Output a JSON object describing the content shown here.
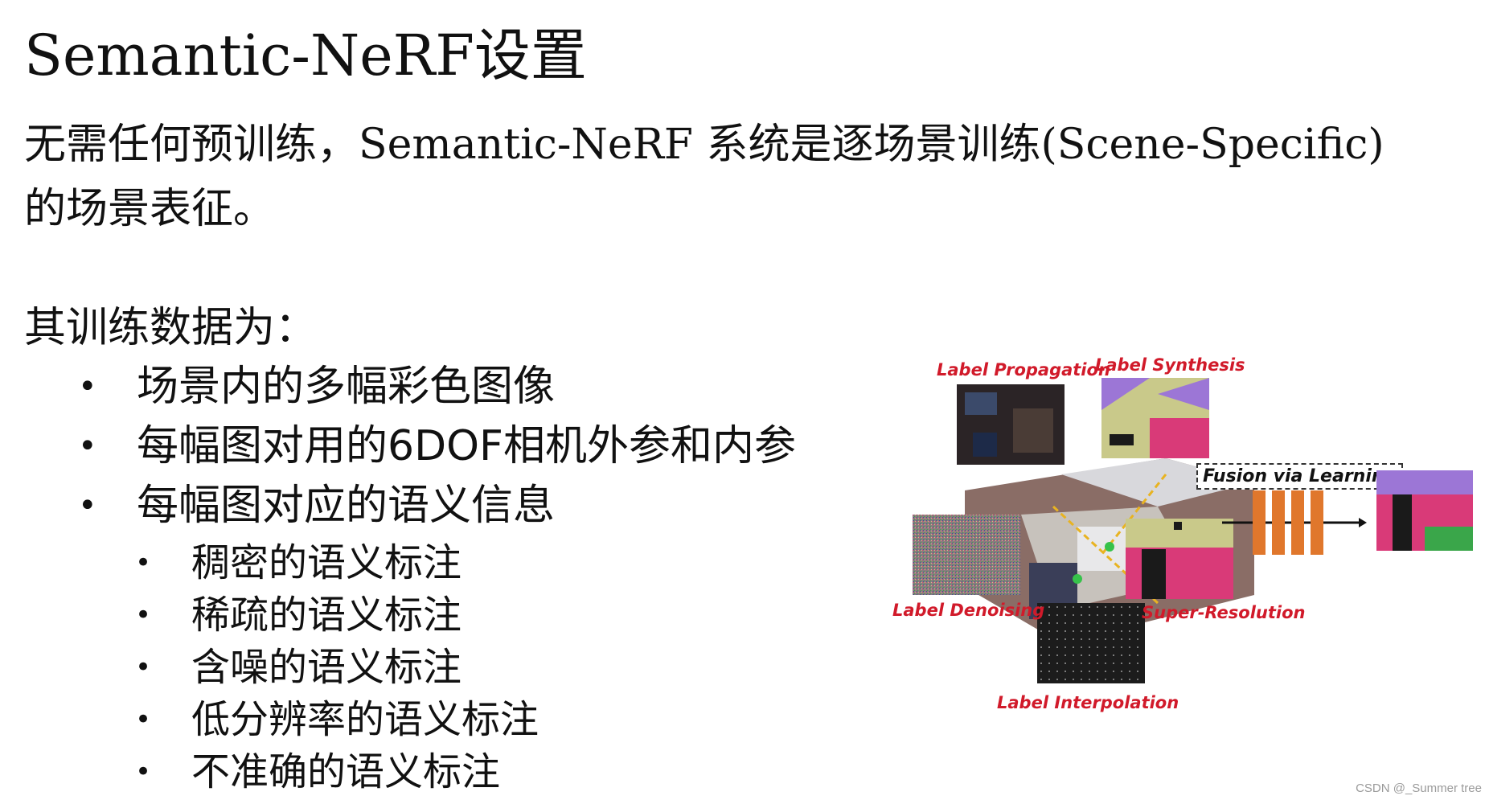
{
  "slide": {
    "title": "Semantic-NeRF设置",
    "intro": {
      "part1": "无需任何预训练，",
      "part2": "Semantic-NeRF",
      "part3": " 系统是逐场景训练",
      "part4": "(Scene-Specific)",
      "part5": "的场景表征。"
    },
    "training_data_heading": "其训练数据为：",
    "bullets": [
      "场景内的多幅彩色图像",
      "每幅图对用的6DOF相机外参和内参",
      "每幅图对应的语义信息"
    ],
    "sub_bullets": [
      "稠密的语义标注",
      "稀疏的语义标注",
      "含噪的语义标注",
      "低分辨率的语义标注",
      "不准确的语义标注"
    ]
  },
  "figure": {
    "labels": {
      "propagation": "Label Propagation",
      "synthesis": "Label Synthesis",
      "fusion": "Fusion via Learning",
      "denoising": "Label Denoising",
      "super_resolution": "Super-Resolution",
      "interpolation": "Label Interpolation"
    },
    "colors": {
      "label_red": "#d11a2a",
      "semantic_pink": "#d93a78",
      "semantic_khaki": "#c9c98a",
      "semantic_purple": "#9c76d6",
      "network_orange": "#e0772c"
    }
  },
  "watermark": "CSDN @_Summer tree"
}
